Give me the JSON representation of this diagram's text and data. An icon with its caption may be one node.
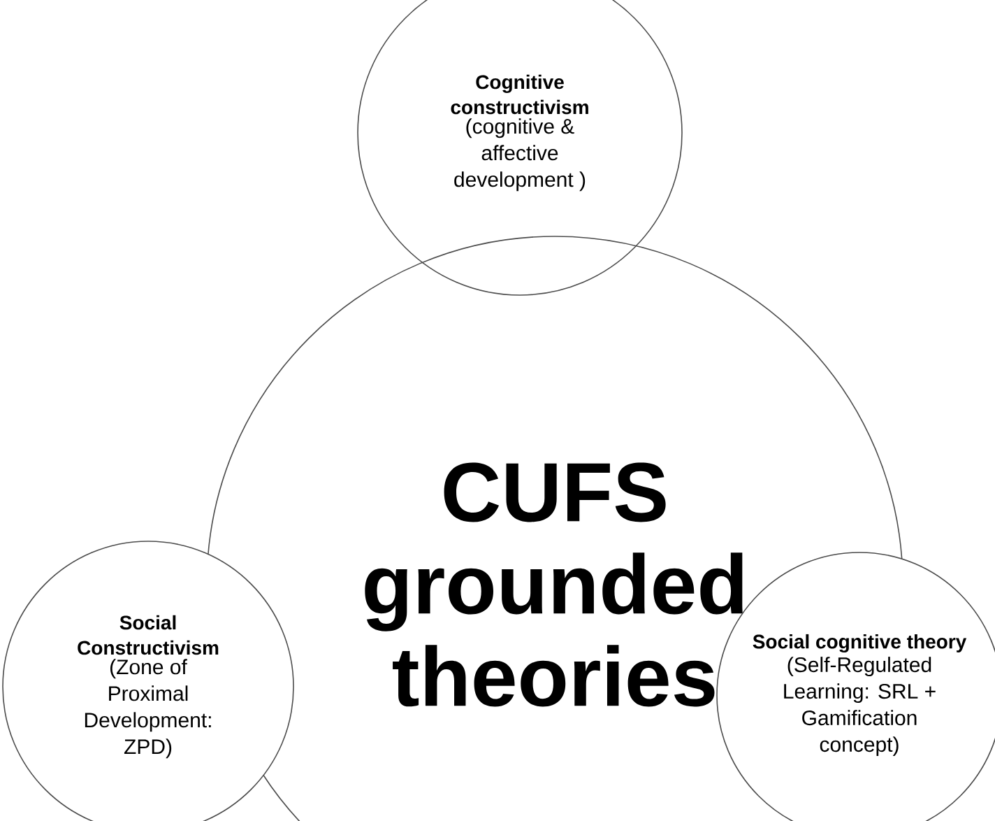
{
  "diagram": {
    "nodes": [
      {
        "text": [
          "Cognitive constructivism",
          "(cognitive & affective development )"
        ]
      },
      {
        "text": [
          "CUFS grounded theories"
        ]
      },
      {
        "text": [
          "Social Constructivism",
          "(Zone of Proximal Development: ZPD)"
        ]
      },
      {
        "text": [
          "Social cognitive theory",
          "(Self-Regulated Learning: SRL + Gamification concept)"
        ]
      }
    ]
  }
}
